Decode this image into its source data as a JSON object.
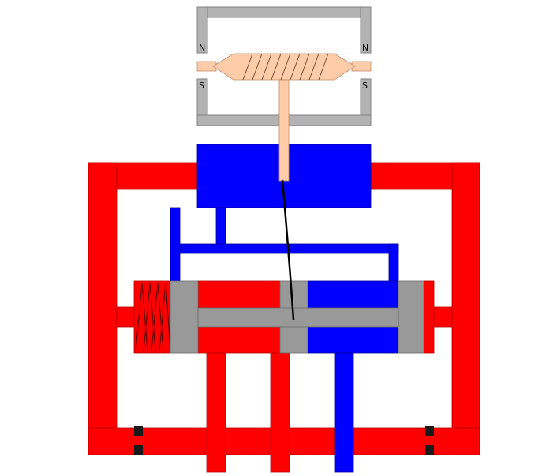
{
  "diagram": {
    "labels": {
      "north_left": "N",
      "north_right": "N",
      "south_left": "S",
      "south_right": "S"
    },
    "colors": {
      "pressure": "#ff0000",
      "return": "#0000ff",
      "valve_body": "#999999",
      "magnet_frame": "#b3b3b3",
      "armature": "#ffccaa",
      "spring": "#cc0000",
      "seal": "#1a1a1a",
      "flapper": "#000000"
    }
  }
}
